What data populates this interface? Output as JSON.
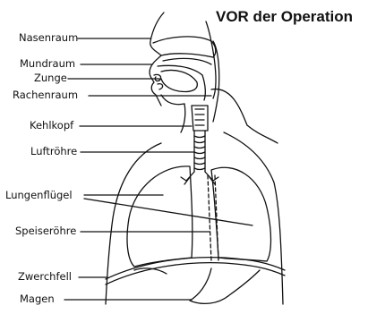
{
  "title": "VOR der Operation",
  "labels": {
    "nasenraum": "Nasenraum",
    "mundraum": "Mundraum",
    "zunge": "Zunge",
    "rachenraum": "Rachenraum",
    "kehlkopf": "Kehlkopf",
    "luftroehre": "Luftröhre",
    "lungenfluegel": "Lungenflügel",
    "speiseroehre": "Speiseröhre",
    "zwerchfell": "Zwerchfell",
    "magen": "Magen"
  },
  "colors": {
    "ink": "#111111",
    "background": "#ffffff"
  }
}
